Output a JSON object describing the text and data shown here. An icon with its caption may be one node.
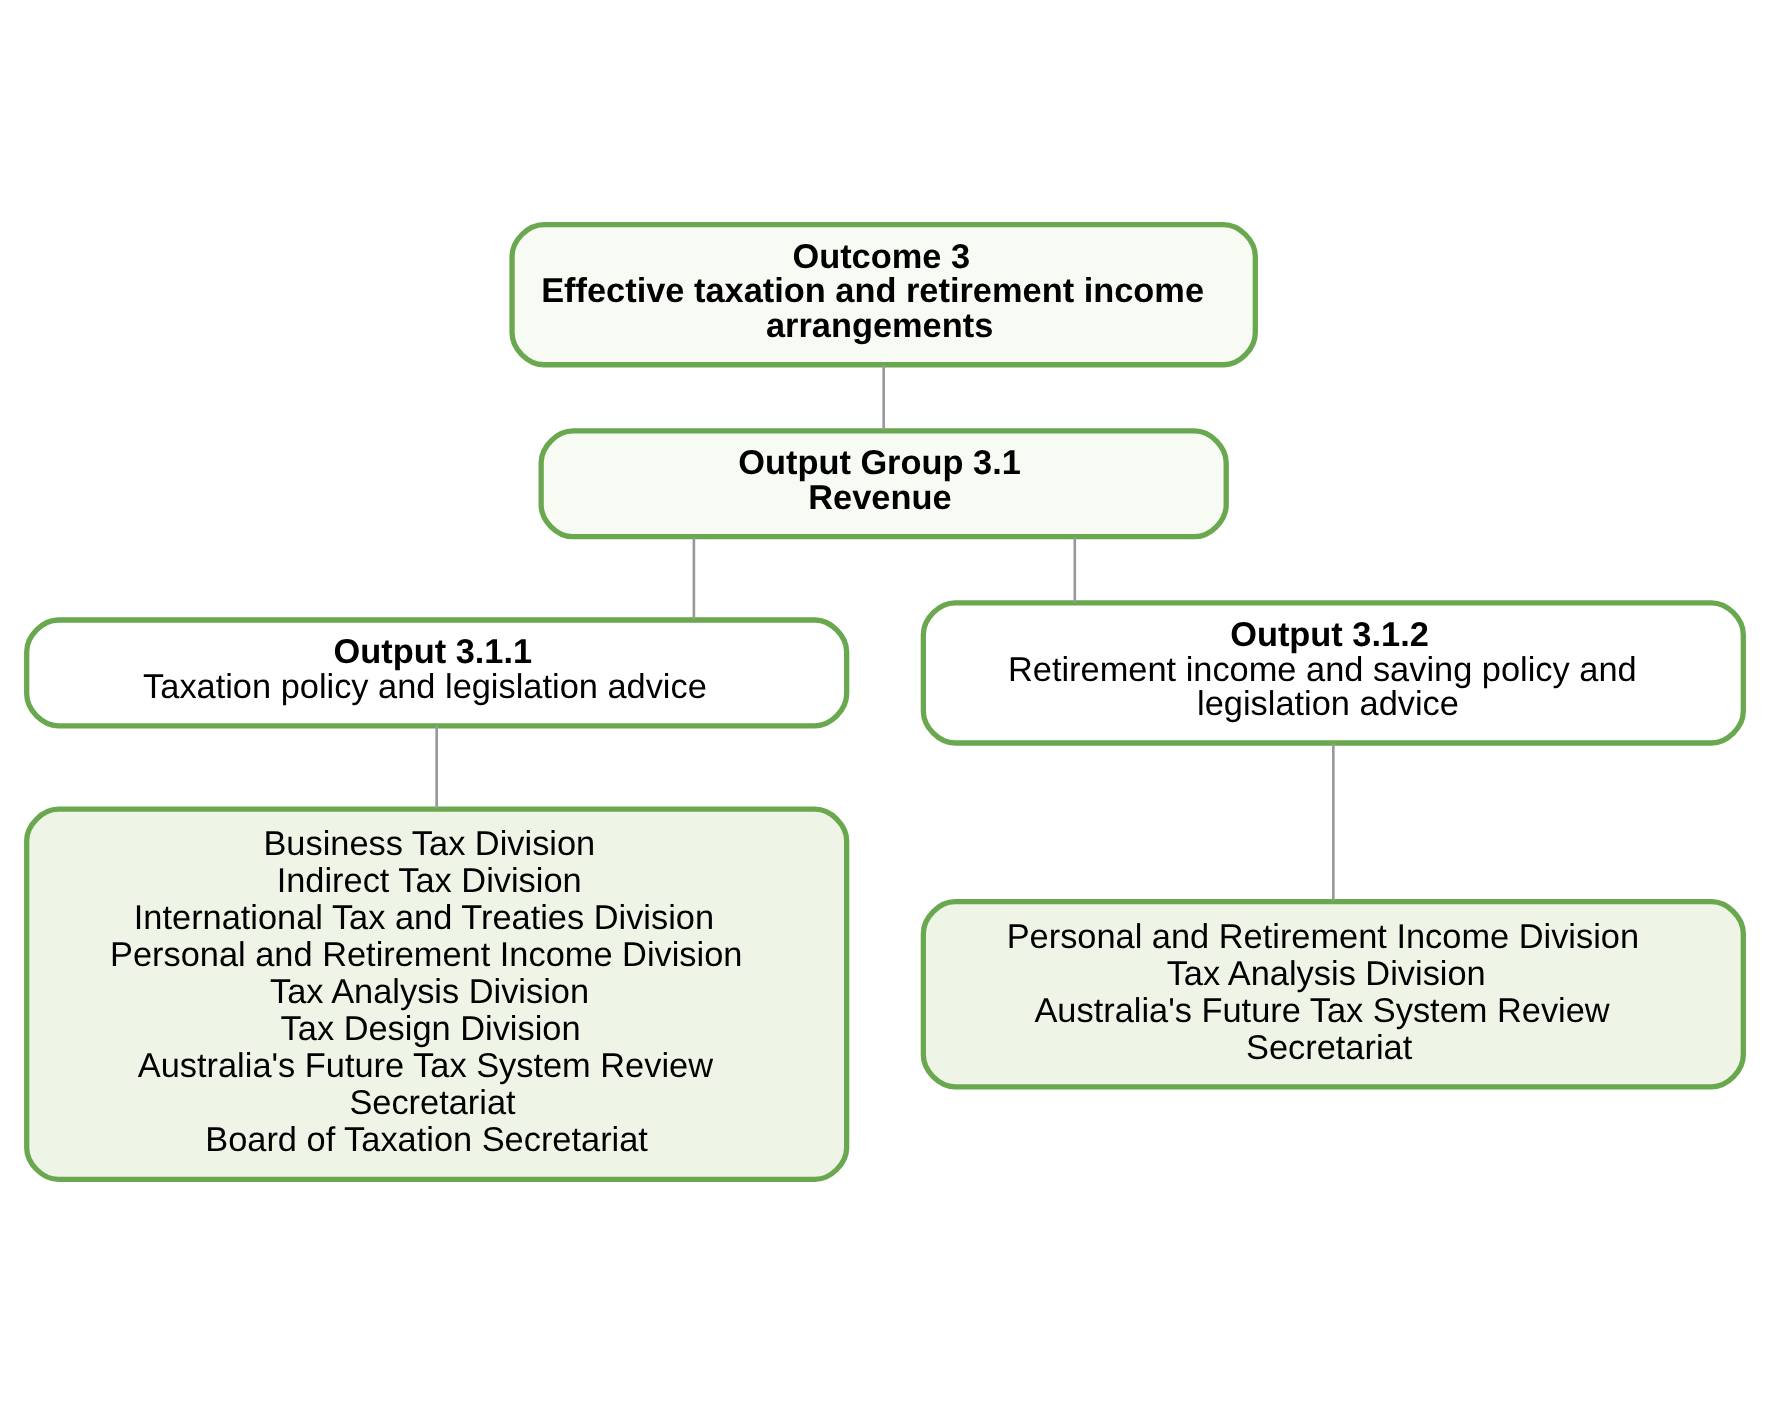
{
  "diagram": {
    "nodes": [
      {
        "text": [
          "Outcome 3",
          "Effective taxation and retirement income arrangements"
        ]
      },
      {
        "text": [
          "Output Group 3.1",
          "Revenue"
        ]
      },
      {
        "text": [
          "Output 3.1.1",
          "Taxation policy and legislation advice"
        ]
      },
      {
        "text": [
          "Output 3.1.2",
          "Retirement income and saving policy and legislation advice"
        ]
      },
      {
        "text": [
          "Business Tax Division",
          "Indirect Tax Division",
          "International Tax and Treaties Division",
          "Personal and Retirement Income Division",
          "Tax Analysis Division",
          "Tax Design Division",
          "Australia's Future Tax System Review Secretariat",
          "Board of Taxation Secretariat"
        ]
      },
      {
        "text": [
          "Personal and Retirement Income Division",
          "Tax Analysis Division",
          "Australia's Future Tax System Review Secretariat"
        ]
      }
    ],
    "edges": [
      {
        "from": 0,
        "to": 1,
        "arrow": "none"
      },
      {
        "from": 1,
        "to": 2,
        "arrow": "none"
      },
      {
        "from": 1,
        "to": 3,
        "arrow": "none"
      },
      {
        "from": 2,
        "to": 4,
        "arrow": "none"
      },
      {
        "from": 3,
        "to": 5,
        "arrow": "none"
      }
    ]
  }
}
